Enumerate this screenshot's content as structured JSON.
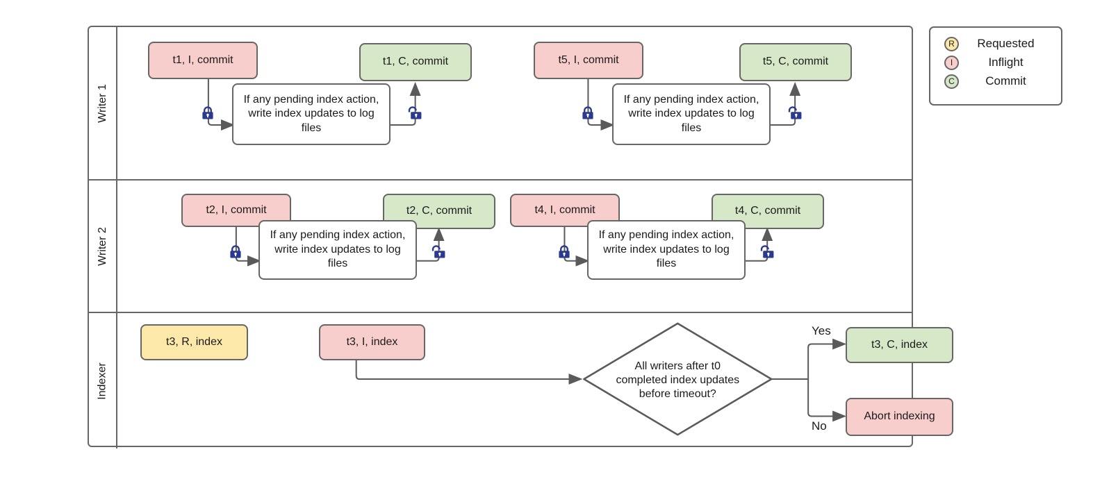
{
  "diagram": {
    "title": "Writer / Indexer transaction swimlane flow",
    "colors": {
      "inflight": "#f8cecc",
      "commit": "#d7e8c8",
      "requested": "#fce8a8",
      "border": "#666666",
      "lock": "#2b3a8f",
      "edge": "#5a5a5a",
      "background": "#ffffff"
    }
  },
  "lanes": [
    {
      "label": "Writer 1"
    },
    {
      "label": "Writer 2"
    },
    {
      "label": "Indexer"
    }
  ],
  "writer1": {
    "t1_inflight": "t1, I, commit",
    "t1_commit": "t1, C, commit",
    "t1_process": "If any pending index action, write index updates to log files",
    "t5_inflight": "t5, I, commit",
    "t5_commit": "t5, C, commit",
    "t5_process": "If any pending index action, write index updates to log files",
    "lock_acquire_1": "lock-closed-icon",
    "lock_release_1": "lock-open-icon",
    "lock_acquire_2": "lock-closed-icon",
    "lock_release_2": "lock-open-icon"
  },
  "writer2": {
    "t2_inflight": "t2, I, commit",
    "t2_commit": "t2, C, commit",
    "t2_process": "If any pending index action, write index updates to log files",
    "t4_inflight": "t4, I, commit",
    "t4_commit": "t4, C, commit",
    "t4_process": "If any pending index action, write index updates to log files",
    "lock_acquire_1": "lock-closed-icon",
    "lock_release_1": "lock-open-icon",
    "lock_acquire_2": "lock-closed-icon",
    "lock_release_2": "lock-open-icon"
  },
  "indexer": {
    "t3_requested": "t3, R, index",
    "t3_inflight": "t3, I, index",
    "decision": "All writers after t0 completed index updates before timeout?",
    "yes_label": "Yes",
    "no_label": "No",
    "t3_commit": "t3, C, index",
    "abort": "Abort indexing"
  },
  "legend": {
    "items": [
      {
        "badge": "R",
        "label": "Requested",
        "color": "#fce8a8"
      },
      {
        "badge": "I",
        "label": "Inflight",
        "color": "#f8cecc"
      },
      {
        "badge": "C",
        "label": "Commit",
        "color": "#d7e8c8"
      }
    ]
  }
}
